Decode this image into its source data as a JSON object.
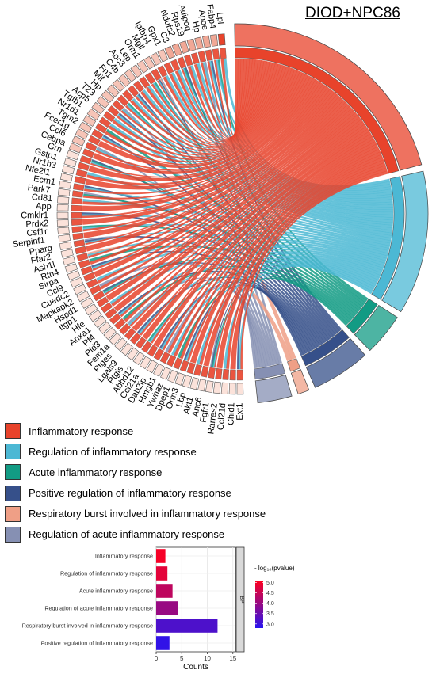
{
  "title": "DIOD+NPC86",
  "genes": [
    "Lpl",
    "Fabp4",
    "Apoe",
    "Hp",
    "Adipoq",
    "Rps19",
    "Ndufs2",
    "C3",
    "Gpx1",
    "Igfbp4",
    "Mgll",
    "Orm1",
    "Lep",
    "Aoc3",
    "C4b",
    "Fn1",
    "Mif",
    "Hp",
    "T23",
    "Acp5",
    "Tgfb1",
    "Nr1d1",
    "Tgm2",
    "Fcer1g",
    "Ccl6",
    "Cebpa",
    "Grn",
    "Gstp1",
    "Nr1h3",
    "Nfe2l1",
    "Ecm1",
    "Park7",
    "Cd81",
    "App",
    "Cmklr1",
    "Prdx2",
    "Csf1r",
    "Serpinf1",
    "Pparg",
    "Ffar2",
    "Ash1l",
    "Rtn4",
    "Sirpa",
    "Ccl9",
    "Cuedc2",
    "Mapkapk2",
    "Hspd1",
    "Itgb1",
    "Hfe",
    "Anxa1",
    "Pf4",
    "Pld3",
    "Fem1a",
    "Ptges",
    "Lgals9",
    "Ptgis",
    "Abhd12",
    "Ccl21a",
    "Dab2ip",
    "Hmgb1",
    "Ywhaz",
    "Dpep1",
    "Orm3",
    "Lbp",
    "Akt1",
    "Anc6",
    "Fgfr1",
    "Rarres2",
    "Ccl21d",
    "Chid1",
    "Ext1"
  ],
  "terms": [
    {
      "name": "Inflammatory response",
      "color": "#e8432b"
    },
    {
      "name": "Regulation of inflammatory response",
      "color": "#4cb8d4"
    },
    {
      "name": "Acute inflammatory response",
      "color": "#129b84"
    },
    {
      "name": "Positive regulation of inflammatory response",
      "color": "#36508a"
    },
    {
      "name": "Respiratory burst involved in inflammatory response",
      "color": "#ef9f86"
    },
    {
      "name": "Regulation of acute inflammatory response",
      "color": "#8690b3"
    }
  ],
  "bar_chart": {
    "categories": [
      "Inflammatory response",
      "Regulation of inflammatory response",
      "Acute inflammatory response",
      "Regulation of acute inflammatory response",
      "Respiratory burst involved in inflammatory response",
      "Positive regulation of inflammatory response"
    ],
    "values": [
      1.8,
      2.2,
      3.2,
      4.2,
      12.0,
      2.6
    ],
    "pvalues": [
      5.0,
      4.8,
      4.4,
      4.0,
      3.2,
      2.9
    ],
    "xlabel": "Counts",
    "xticks": [
      0,
      5,
      10,
      15
    ],
    "xlim": [
      0,
      15.5
    ],
    "facet": "BP",
    "legend_title": "- log₁₀(pvalue)",
    "legend_ticks": [
      5.0,
      4.5,
      4.0,
      3.5,
      3.0
    ],
    "color_range": [
      2.8,
      5.1
    ]
  }
}
